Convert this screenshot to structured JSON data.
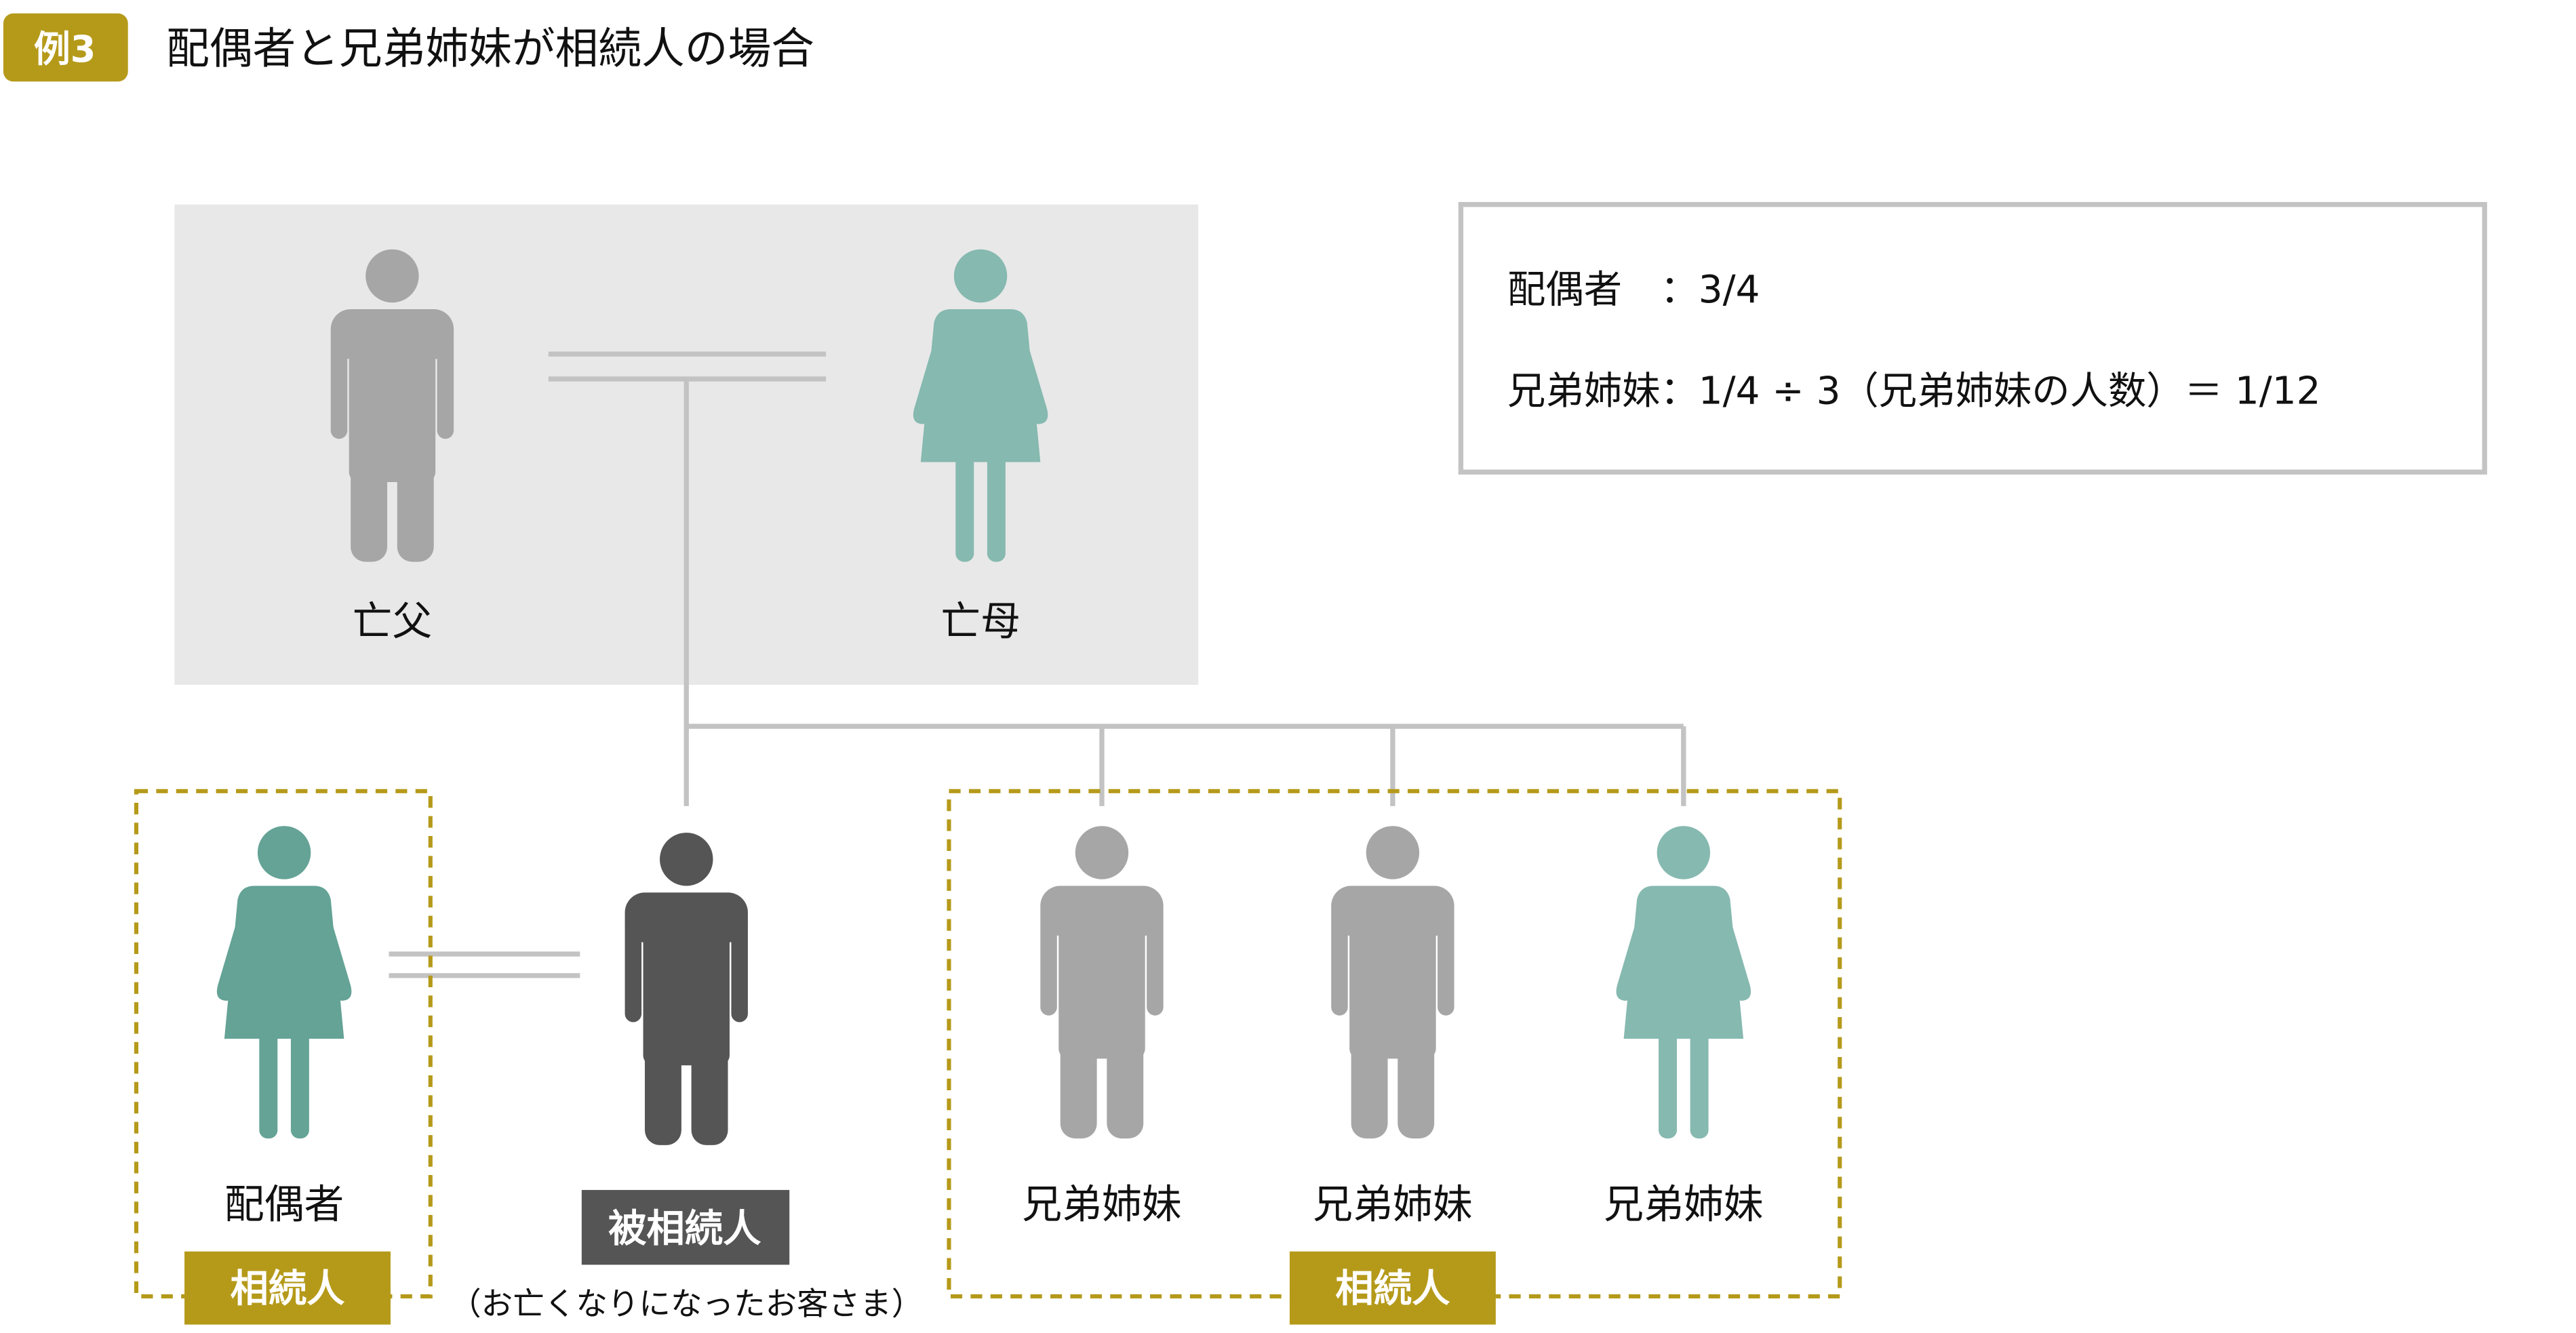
{
  "header": {
    "badge": "例3",
    "title": "配偶者と兄弟姉妹が相続人の場合"
  },
  "parents": {
    "father": "亡父",
    "mother": "亡母"
  },
  "info": {
    "spouse_line": "配偶者　：3/4",
    "siblings_line": "兄弟姉妹：1/4 ÷ 3（兄弟姉妹の人数）＝ 1/12"
  },
  "spouse": {
    "label": "配偶者",
    "badge": "相続人"
  },
  "deceased": {
    "label": "被相続人",
    "note": "（お亡くなりになったお客さま）"
  },
  "siblings": {
    "labels": [
      "兄弟姉妹",
      "兄弟姉妹",
      "兄弟姉妹"
    ],
    "badge": "相続人"
  },
  "colors": {
    "accent": "#b59a1a",
    "male_gray": "#a6a6a6",
    "female_teal_light": "#86b9b0",
    "female_teal_dark": "#64a396",
    "deceased": "#555555",
    "panel": "#e8e8e8",
    "line": "#c3c3c3"
  }
}
